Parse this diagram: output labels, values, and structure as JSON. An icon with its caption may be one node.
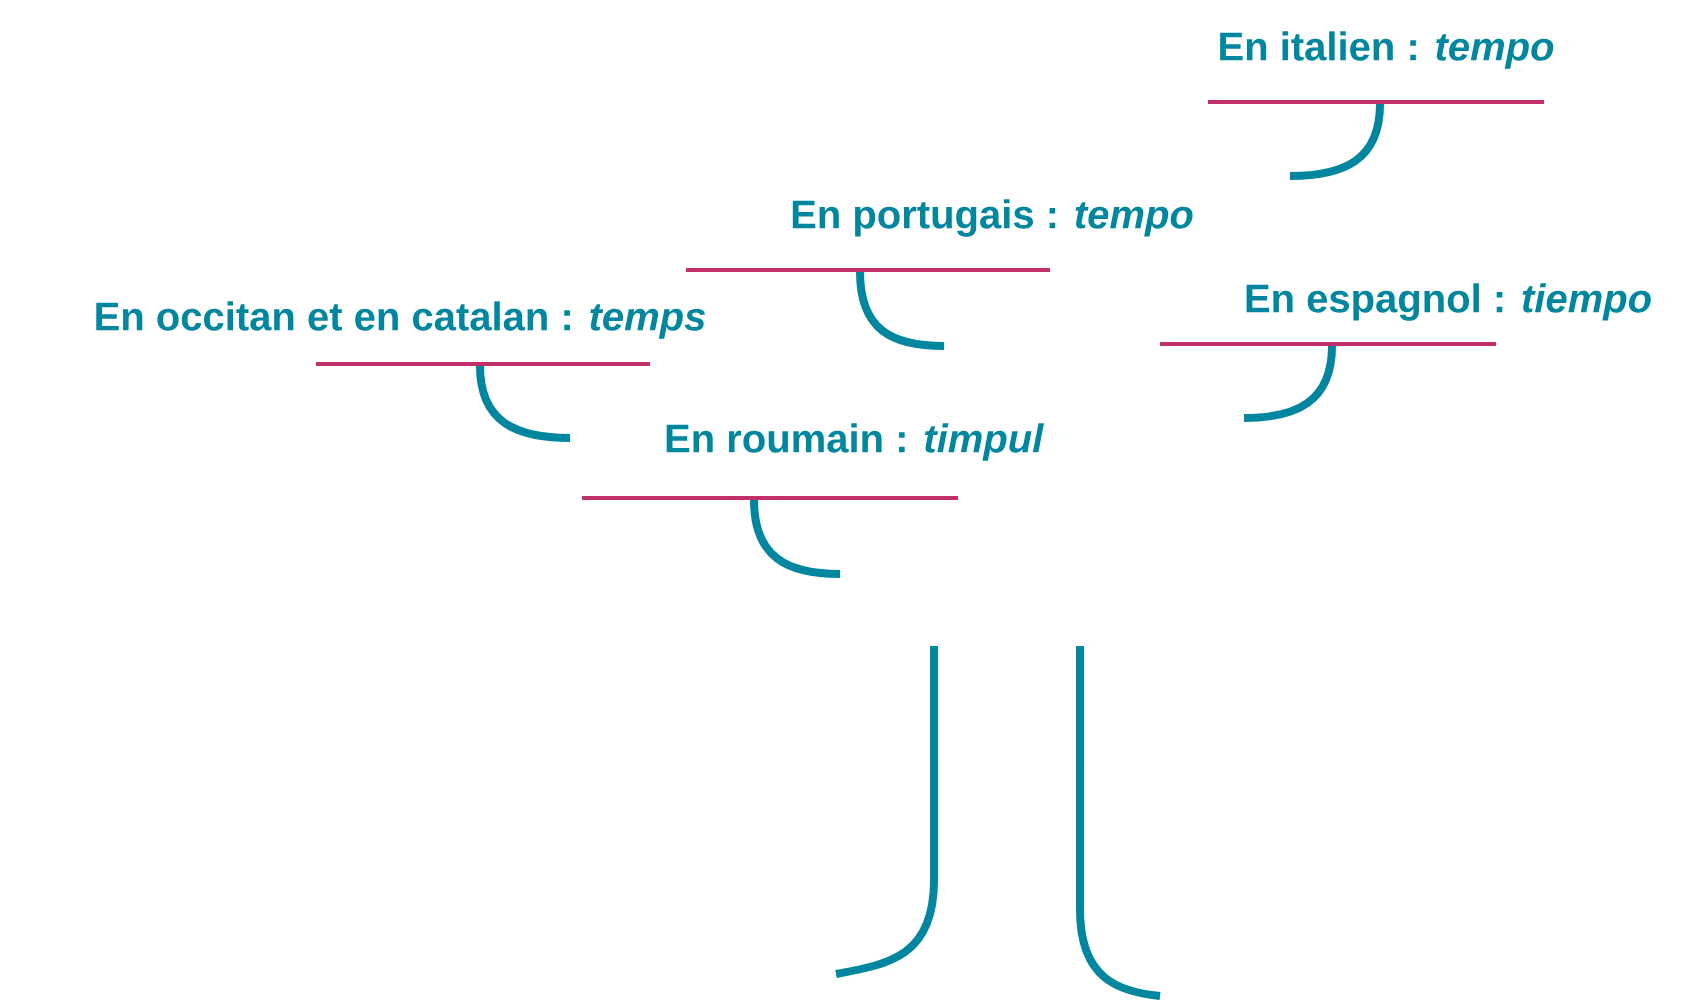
{
  "diagram": {
    "labels": [
      "En italien : *tempo*",
      "En portugais : *tempo*",
      "En espagnol : *tiempo*",
      "En occitan et en catalan : *temps*",
      "En roumain : *timpul*"
    ]
  }
}
